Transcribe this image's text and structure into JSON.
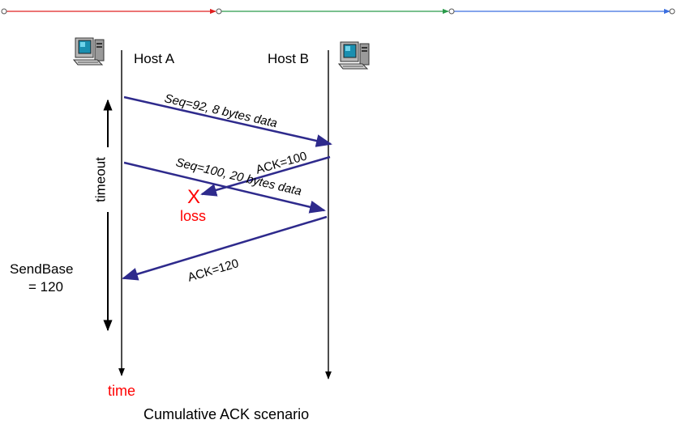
{
  "hosts": {
    "a_label": "Host A",
    "b_label": "Host B"
  },
  "messages": {
    "seg1": "Seq=92, 8 bytes data",
    "seg2": "Seq=100, 20 bytes data",
    "ack1": "ACK=100",
    "ack2": "ACK=120"
  },
  "markers": {
    "loss_x": "X",
    "loss": "loss"
  },
  "timeout_label": "timeout",
  "sendbase": {
    "line1": "SendBase",
    "line2": "= 120"
  },
  "time_label": "time",
  "caption": "Cumulative ACK scenario",
  "colors": {
    "arrow": "#2e2a8c",
    "loss": "#ff0000",
    "timeline_red": "#e02020",
    "timeline_green": "#2a9a4a",
    "timeline_blue": "#3a6ee0",
    "computer_screen": "#1a8fb0"
  },
  "icons": {
    "host_a": "desktop-computer-icon",
    "host_b": "desktop-computer-icon"
  }
}
